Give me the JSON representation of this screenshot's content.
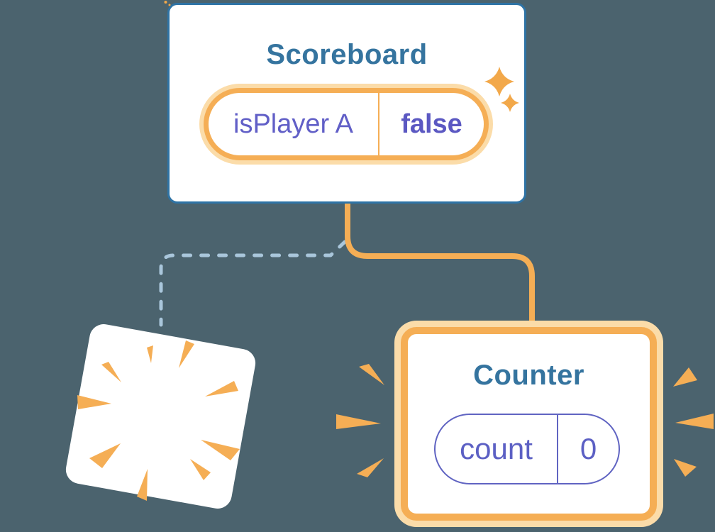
{
  "diagram": {
    "kind": "react-component-tree-state-diagram",
    "nodes": {
      "scoreboard": {
        "title": "Scoreboard",
        "state": {
          "key": "isPlayer A",
          "value": "false"
        }
      },
      "counter": {
        "title": "Counter",
        "state": {
          "key": "count",
          "value": "0"
        }
      },
      "removed_node": {
        "description": "destroyed component shown as white tilted card with orange poof burst"
      }
    },
    "edges": [
      {
        "from": "Scoreboard",
        "to": "Counter",
        "style": "solid",
        "color": "#F5AE55"
      },
      {
        "from": "Scoreboard",
        "to": "removed_node",
        "style": "dashed",
        "color": "#A9C6DB"
      }
    ],
    "icons": [
      "sparkle-icon",
      "poof-icon",
      "emphasis-lines-icon"
    ],
    "colors": {
      "background": "#4B636E",
      "card_fill": "#FFFFFF",
      "scoreboard_border_blue": "#2E73A5",
      "title_blue": "#35749F",
      "accent_orange": "#F5AE55",
      "accent_orange_halo": "#FBDCA9",
      "sparkle_orange": "#F2A84A",
      "state_indigo": "#615FC7",
      "counter_pill_indigo": "#6064C2",
      "dashed_line_blue": "#A9C6DB"
    }
  }
}
